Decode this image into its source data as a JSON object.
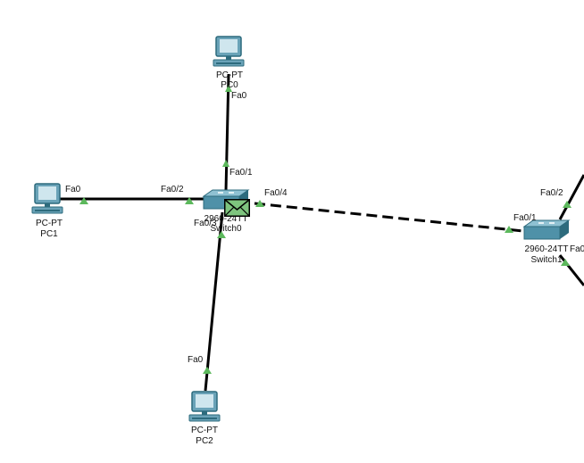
{
  "colors": {
    "link": "#000000",
    "port_up": "#5cb85c",
    "device_body": "#6aa3b8",
    "device_dark": "#2d6b7d",
    "screen": "#cfe6ee",
    "envelope": "#7ec47e"
  },
  "devices": {
    "pc0": {
      "model": "PC-PT",
      "name": "PC0",
      "icon": "desktop-pc-icon"
    },
    "pc1": {
      "model": "PC-PT",
      "name": "PC1",
      "icon": "desktop-pc-icon"
    },
    "pc2": {
      "model": "PC-PT",
      "name": "PC2",
      "icon": "desktop-pc-icon"
    },
    "switch0": {
      "model": "2960-24TT",
      "name": "Switch0",
      "icon": "switch-icon"
    },
    "switch1": {
      "model": "2960-24TT",
      "name": "Switch1",
      "icon": "switch-icon"
    }
  },
  "ports": {
    "pc0_fa0": "Fa0",
    "sw0_fa0_1": "Fa0/1",
    "pc1_fa0": "Fa0",
    "sw0_fa0_2": "Fa0/2",
    "sw0_fa0_3": "Fa0/3",
    "sw0_fa0_4": "Fa0/4",
    "pc2_fa0": "Fa0",
    "sw1_fa0_1": "Fa0/1",
    "sw1_fa0_2": "Fa0/2",
    "sw1_fa0_x": "Fa0"
  },
  "pdu": {
    "icon": "envelope-icon"
  }
}
